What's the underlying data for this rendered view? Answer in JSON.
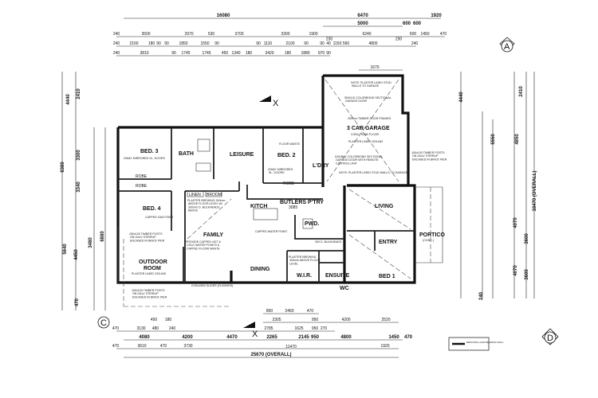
{
  "rooms": {
    "bed3": "BED. 3",
    "bath": "BATH",
    "leisure": "LEISURE",
    "bed2": "BED. 2",
    "laundry": "L'DRY",
    "garage": "3 CAR GARAGE",
    "living": "LIVING",
    "bed4": "BED. 4",
    "kitchen": "KITCH",
    "butlers": "BUTLERS P'TRY",
    "butlers_dim": "3085",
    "powder": "PWD.",
    "family": "FAMILY",
    "outdoor1": "OUTDOOR",
    "outdoor2": "ROOM",
    "dining": "DINING",
    "wir": "W.I.R.",
    "ensuite": "ENSUITE",
    "bed1": "BED 1",
    "entry": "ENTRY",
    "portico": "PORTICO",
    "wc": "WC",
    "linen": "LINEN",
    "broom": "BROOM",
    "robe1": "ROBE",
    "robe2": "ROBE",
    "robe3": "ROBE"
  },
  "notes": {
    "garage_walls": "NOTE: PLASTER LINED STUD WALLS TO GARAGE",
    "single_door": "SINGLE COLORBOND SECTIONAL GARAGE DOOR",
    "door_frame": "250mm TIMBER DOOR FRAMES",
    "slab": "CONC. SLAB FLOOR",
    "ceiling": "PLASTER LINED CEILING",
    "double_door": "DOUBLE COLORBOND SECTIONAL GARAGE DOOR WITH REMOTE CONTROL UNIT",
    "garage_walls2": "NOTE: PLASTER LINED STUD WALLS TO GARAGE",
    "floor_waste": "FLOOR WASTE",
    "mirror1": "2/WAY MIRRORED SL. DOORS",
    "mirror2": "2/WAY MIRRORED SL. DOORS",
    "bulkhead_family": "PLASTER BREWING 300mm ABOVE FLOOR LEVEL W/ 300mm D. BULKHEADS ABOVE",
    "gas": "CAPPED GAS POINT",
    "water_points": "PROVIDE CAPPED HOT & COLD WATER POINTS & CAPPED FLOOR WASTE",
    "water_point": "CAPPED WATER POINT",
    "bulkheads": "300 D. BULKHEADS",
    "outdoor_ceiling": "PLASTER LINED CEILING",
    "posts": "150x100 TIMBER POSTS ON GALV STIRRUP ENCASED IN BRICK PIER",
    "posts2": "150x100 TIMBER POSTS ON GALV STIRRUP ENCASED IN BRICK PIER",
    "portico_posts": "150x100 TIMBER POSTS ON GALV STIRRUP ENCASED IN BRICK PIER",
    "portico_conc": "(CONC.)",
    "dining_bulk": "PLASTER BREWING 300mm ABOVE FLOOR LEVEL",
    "window_family": "2130x2600 SLIDER (FL0000RS)",
    "legend": "DENOTES LOAD BEARING WALL"
  },
  "markers": {
    "a": "A",
    "c": "C",
    "d": "D",
    "section_top": "X",
    "section_bottom": "X"
  },
  "dims": {
    "top0": [
      "16080",
      "6470",
      "5000",
      "600",
      "600",
      "1920"
    ],
    "top1": [
      "240",
      "3500",
      "2970",
      "530",
      "3700",
      "3300",
      "1900",
      "230",
      "230",
      "6240",
      "600",
      "1450",
      "470"
    ],
    "top2": [
      "240",
      "2160",
      "180",
      "90",
      "90",
      "1850",
      "1550",
      "90",
      "90",
      "1110",
      "2100",
      "90",
      "90",
      "40",
      "1150",
      "560",
      "4800",
      "240"
    ],
    "top3": [
      "240",
      "3810",
      "90",
      "1745",
      "1745",
      "450",
      "1340",
      "180",
      "3420",
      "180",
      "1880",
      "970",
      "90"
    ],
    "top_extra": [
      "1670"
    ],
    "bottom1": [
      "800",
      "2460",
      "470"
    ],
    "bottom2": [
      "450",
      "180",
      "2305",
      "950",
      "4200",
      "2520"
    ],
    "bottom3": [
      "470",
      "3130",
      "480",
      "240",
      "2785",
      "1625",
      "950",
      "270"
    ],
    "bottom4": [
      "4080",
      "4200",
      "4470",
      "2265",
      "2145",
      "950",
      "4800",
      "1450",
      "470"
    ],
    "bottom5": [
      "470",
      "3610",
      "470",
      "3730",
      "11470",
      "1920"
    ],
    "overall_width": "25670 (OVERALL)",
    "left": [
      "4440",
      "2410",
      "8380",
      "3300",
      "3340",
      "5640",
      "4450",
      "3480",
      "6880",
      "470"
    ],
    "right": [
      "4440",
      "2410",
      "5550",
      "4850",
      "18470 (OVERALL)",
      "4070",
      "3600",
      "4070",
      "3600",
      "240"
    ]
  }
}
